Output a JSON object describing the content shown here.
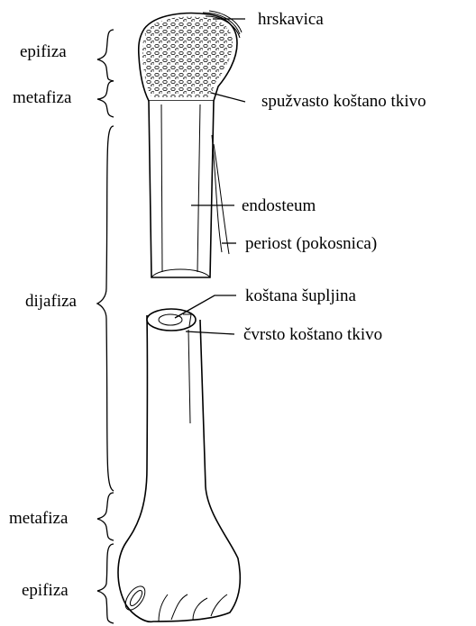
{
  "left_labels": {
    "top_epiphysis": "epifiza",
    "top_metaphysis": "metafiza",
    "diaphysis": "dijafiza",
    "bottom_metaphysis": "metafiza",
    "bottom_epiphysis": "epifiza"
  },
  "right_labels": {
    "cartilage": "hrskavica",
    "spongy_bone": "spužvasto koštano tkivo",
    "endosteum": "endosteum",
    "periosteum": "periost (pokosnica)",
    "medullary_cavity": "koštana šupljina",
    "compact_bone": "čvrsto koštano tkivo"
  }
}
